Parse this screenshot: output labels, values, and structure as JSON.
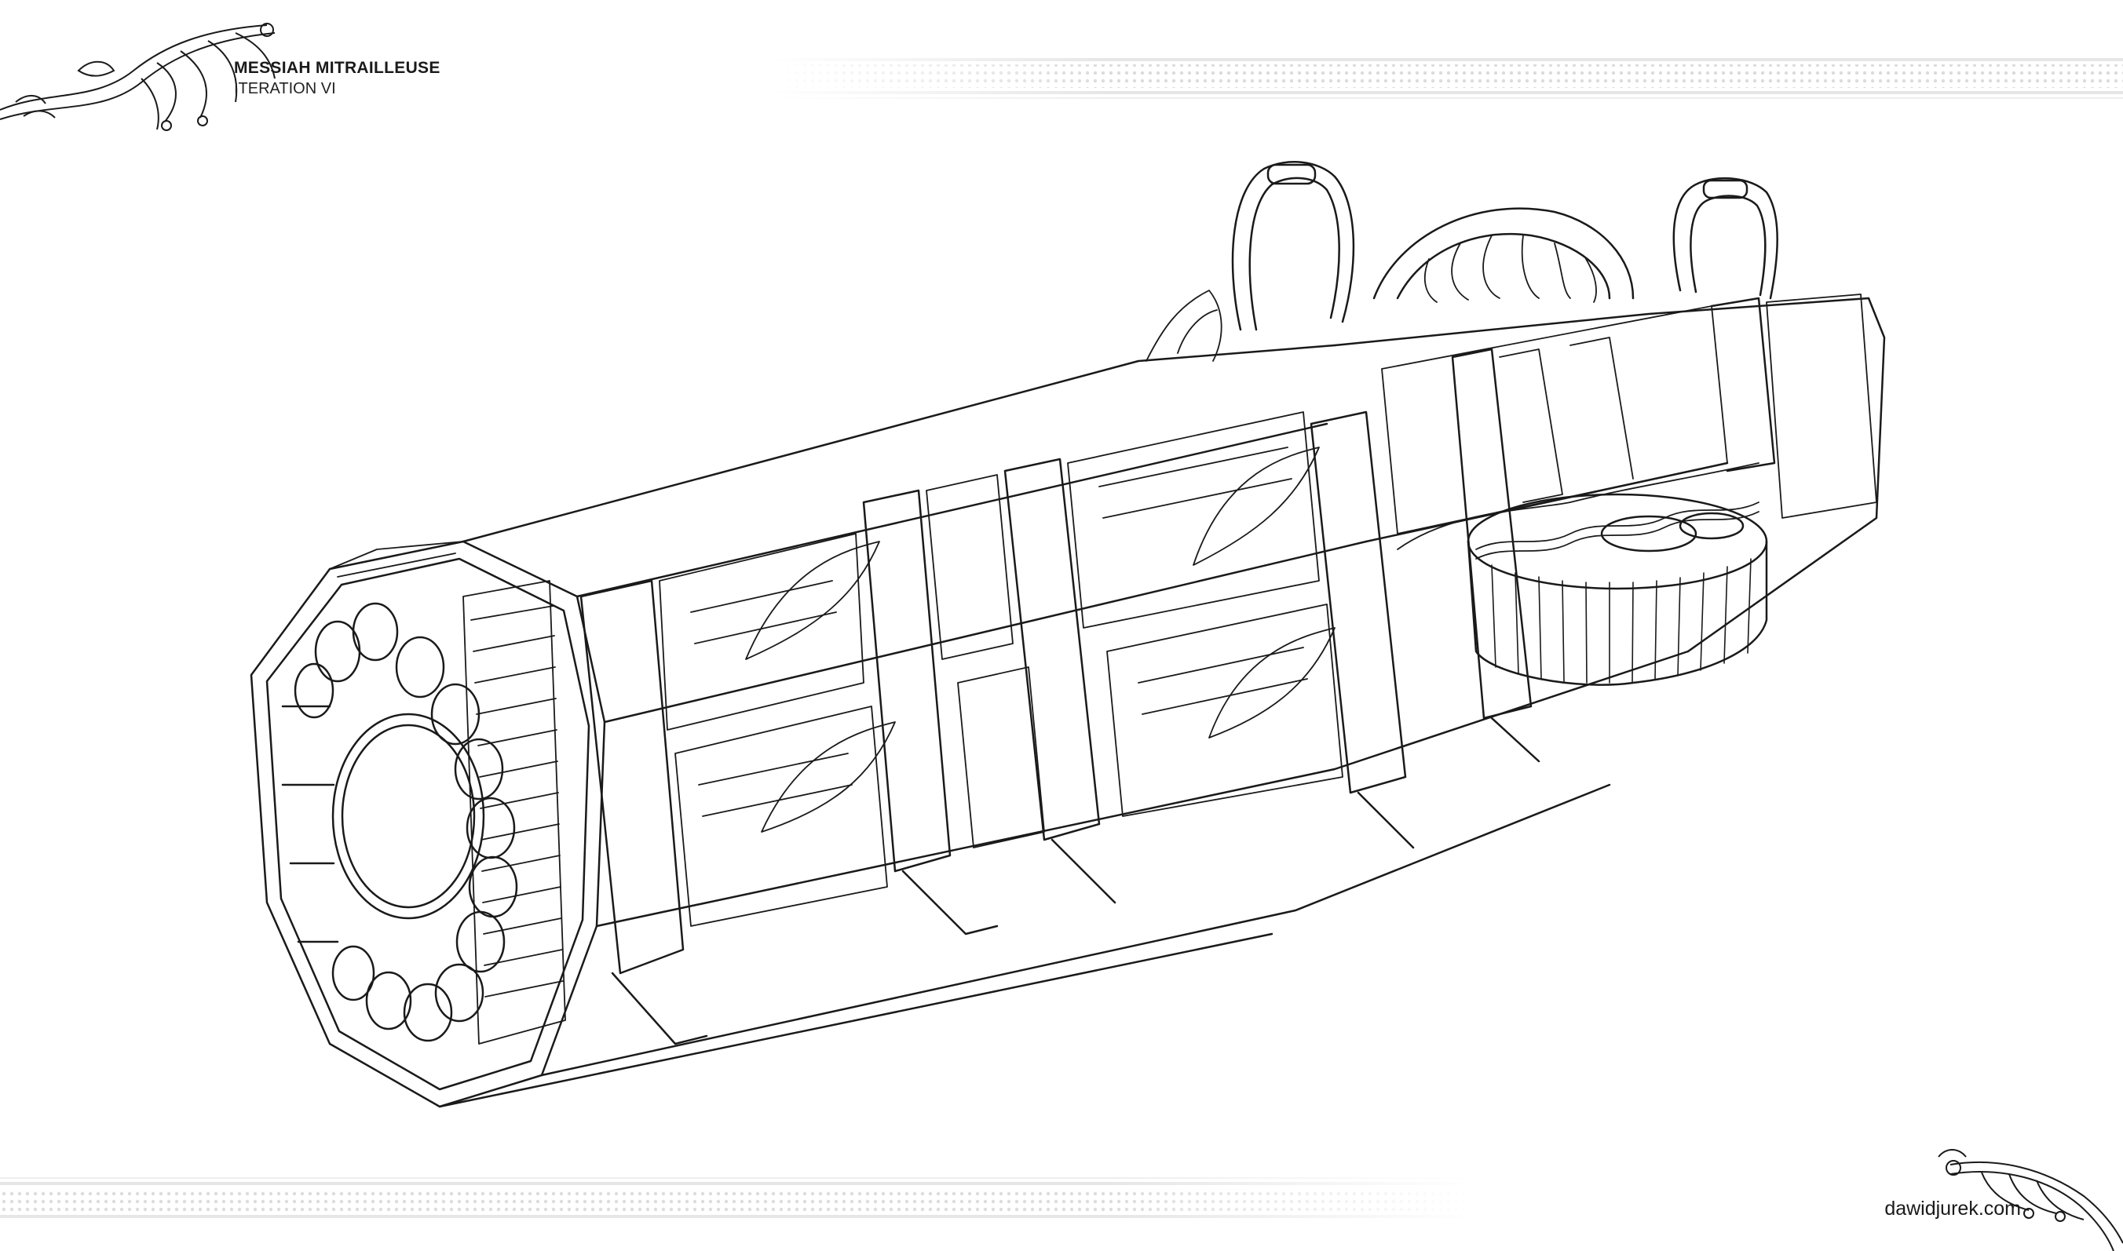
{
  "header": {
    "title": "MESSIAH MITRAILLEUSE",
    "subtitle": "ITERATION VI"
  },
  "footer": {
    "site": "dawidjurek.com"
  },
  "illustration": {
    "line_color": "#1a1a1a",
    "background": "#ffffff",
    "band_color": "#e4e4e4"
  },
  "icons": {
    "top_left": "bat-wing-ornament-icon",
    "bottom_right": "bat-wing-ornament-icon"
  }
}
